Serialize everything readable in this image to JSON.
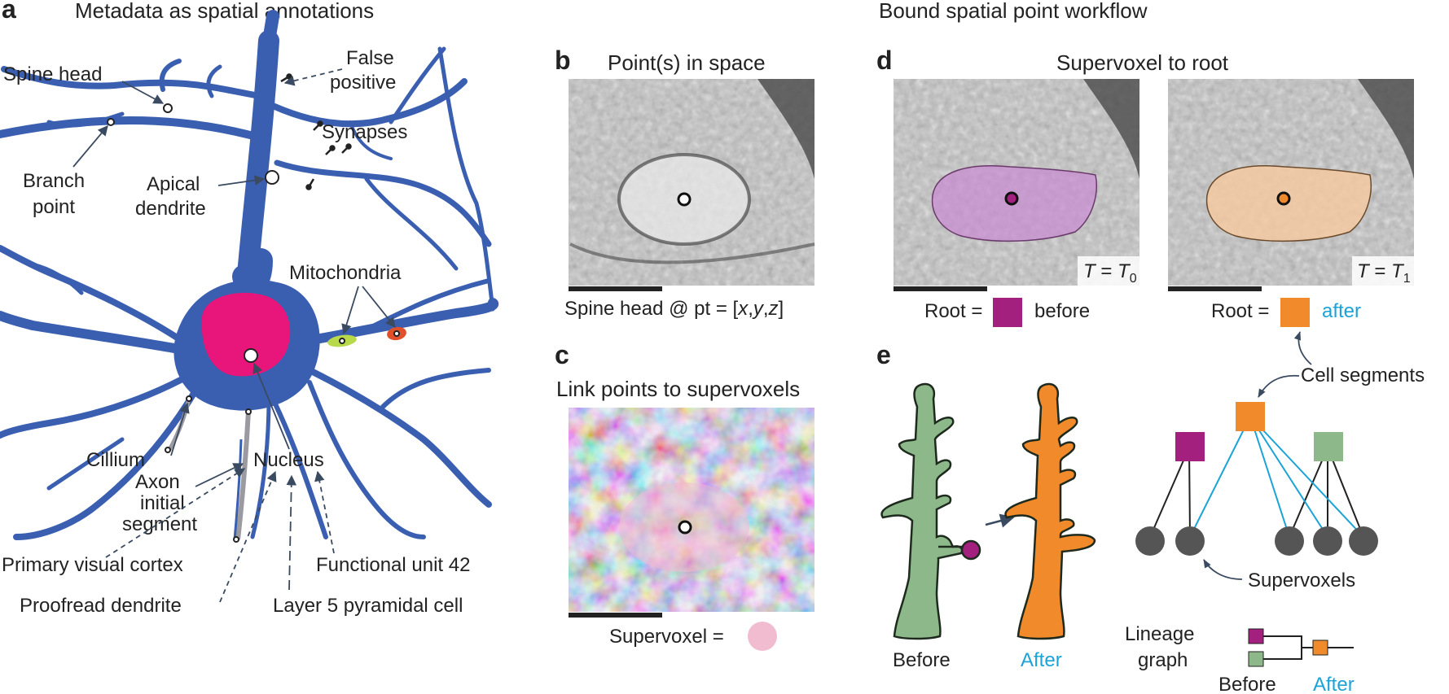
{
  "panel_letters": {
    "a": "a",
    "b": "b",
    "c": "c",
    "d": "d",
    "e": "e"
  },
  "titles": {
    "a": "Metadata as spatial annotations",
    "right": "Bound spatial point workflow",
    "b": "Point(s) in space",
    "c": "Link points to supervoxels",
    "d": "Supervoxel to root"
  },
  "panel_a": {
    "spine_head": "Spine head",
    "false_positive_1": "False",
    "false_positive_2": "positive",
    "synapses": "Synapses",
    "branch_point_1": "Branch",
    "branch_point_2": "point",
    "apical_1": "Apical",
    "apical_2": "dendrite",
    "mitochondria": "Mitochondria",
    "cillium": "Cillium",
    "nucleus": "Nucleus",
    "axon_1": "Axon",
    "axon_2": "initial",
    "axon_3": "segment",
    "primary_visual_cortex": "Primary visual cortex",
    "functional_unit": "Functional unit 42",
    "proofread_dendrite": "Proofread dendrite",
    "layer5": "Layer 5 pyramidal cell"
  },
  "panel_b": {
    "caption_pre": "Spine head @ pt = [",
    "x": "x",
    "c1": ",",
    "y": "y",
    "c2": ",",
    "z": "z",
    "caption_post": "]"
  },
  "panel_c": {
    "caption": "Supervoxel ="
  },
  "panel_d": {
    "t_left_T": "T",
    "t_left_eq": " = ",
    "t_left_T2": "T",
    "t_left_sub": "0",
    "t_right_T": "T",
    "t_right_eq": " = ",
    "t_right_T2": "T",
    "t_right_sub": "1",
    "root_left": "Root =",
    "before": "before",
    "root_right": "Root =",
    "after": "after"
  },
  "panel_e": {
    "cell_segments": "Cell segments",
    "supervoxels": "Supervoxels",
    "before": "Before",
    "after": "After",
    "lineage_1": "Lineage",
    "lineage_2": "graph",
    "lg_before": "Before",
    "lg_after": "After"
  },
  "colors": {
    "neuron_blue": "#3b5fb0",
    "nucleus_pink": "#e8157a",
    "root_before_purple": "#a3207f",
    "root_after_orange": "#f08a2a",
    "segment_green": "#8db98a",
    "after_cyan": "#1ba3d8",
    "supervoxel_pink": "#f1bccf",
    "em_gray": "#9a9a9a"
  }
}
